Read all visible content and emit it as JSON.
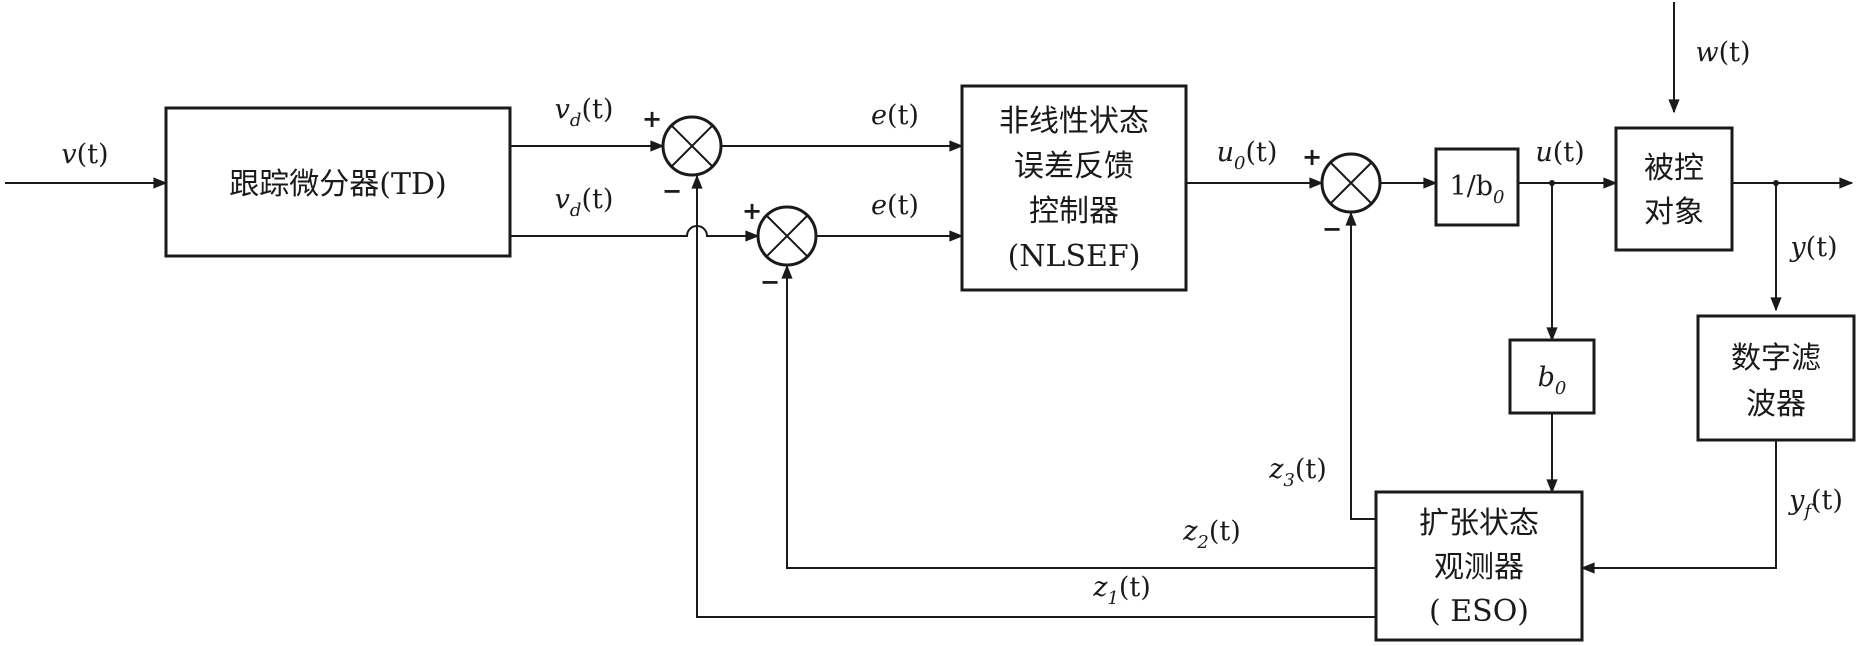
{
  "blocks": {
    "td": "跟踪微分器(TD)",
    "nlsef": [
      "非线性状态",
      "误差反馈",
      "控制器",
      "(NLSEF)"
    ],
    "gain_inv": {
      "main": "1/b",
      "sub": "0"
    },
    "plant": [
      "被控",
      "对象"
    ],
    "filter": [
      "数字滤",
      "波器"
    ],
    "b0": {
      "main": "b",
      "sub": "0"
    },
    "eso": [
      "扩张状态",
      "观测器",
      "( ESO)"
    ]
  },
  "signals": {
    "input": {
      "main": "v",
      "sub": "",
      "arg": "(t)"
    },
    "vd_top": {
      "main": "v",
      "sub": "d",
      "arg": "(t)"
    },
    "vd_bottom": {
      "main": "v",
      "sub": "d",
      "arg": "(t)"
    },
    "e_top": {
      "main": "e",
      "sub": "",
      "arg": "(t)"
    },
    "e_bottom": {
      "main": "e",
      "sub": "",
      "arg": "(t)"
    },
    "u0": {
      "main": "u",
      "sub": "0",
      "arg": "(t)"
    },
    "u": {
      "main": "u",
      "sub": "",
      "arg": "(t)"
    },
    "w": {
      "main": "w",
      "sub": "",
      "arg": "(t)"
    },
    "y": {
      "main": "y",
      "sub": "",
      "arg": "(t)"
    },
    "yf": {
      "main": "y",
      "sub": "f",
      "arg": "(t)"
    },
    "z1": {
      "main": "z",
      "sub": "1",
      "arg": "(t)"
    },
    "z2": {
      "main": "z",
      "sub": "2",
      "arg": "(t)"
    },
    "z3": {
      "main": "z",
      "sub": "3",
      "arg": "(t)"
    }
  },
  "signs": {
    "plus": "+",
    "minus": "−"
  }
}
